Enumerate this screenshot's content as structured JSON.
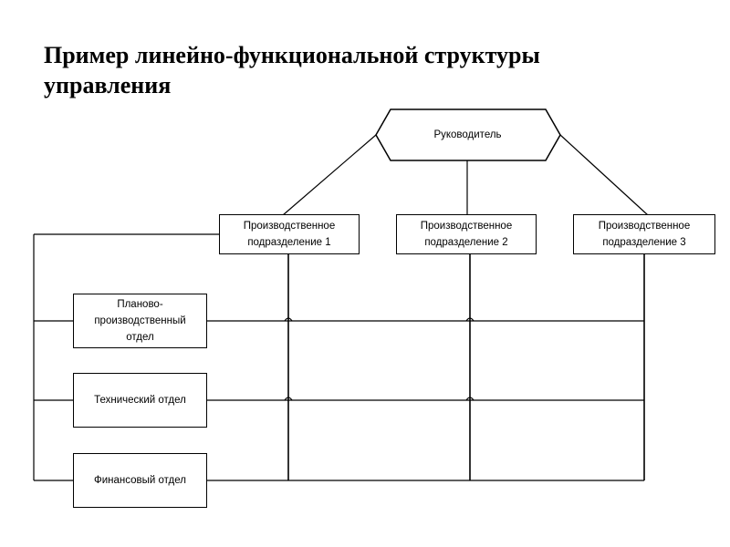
{
  "title": "Пример линейно-функциональной структуры управления",
  "head": {
    "label": "Руководитель"
  },
  "divisions": [
    {
      "label": "Производственное\nподразделение 1"
    },
    {
      "label": "Производственное\nподразделение 2"
    },
    {
      "label": "Производственное\nподразделение 3"
    }
  ],
  "departments": [
    {
      "label": "Планово-\nпроизводственный\nотдел"
    },
    {
      "label": "Технический отдел"
    },
    {
      "label": "Финансовый отдел"
    }
  ]
}
